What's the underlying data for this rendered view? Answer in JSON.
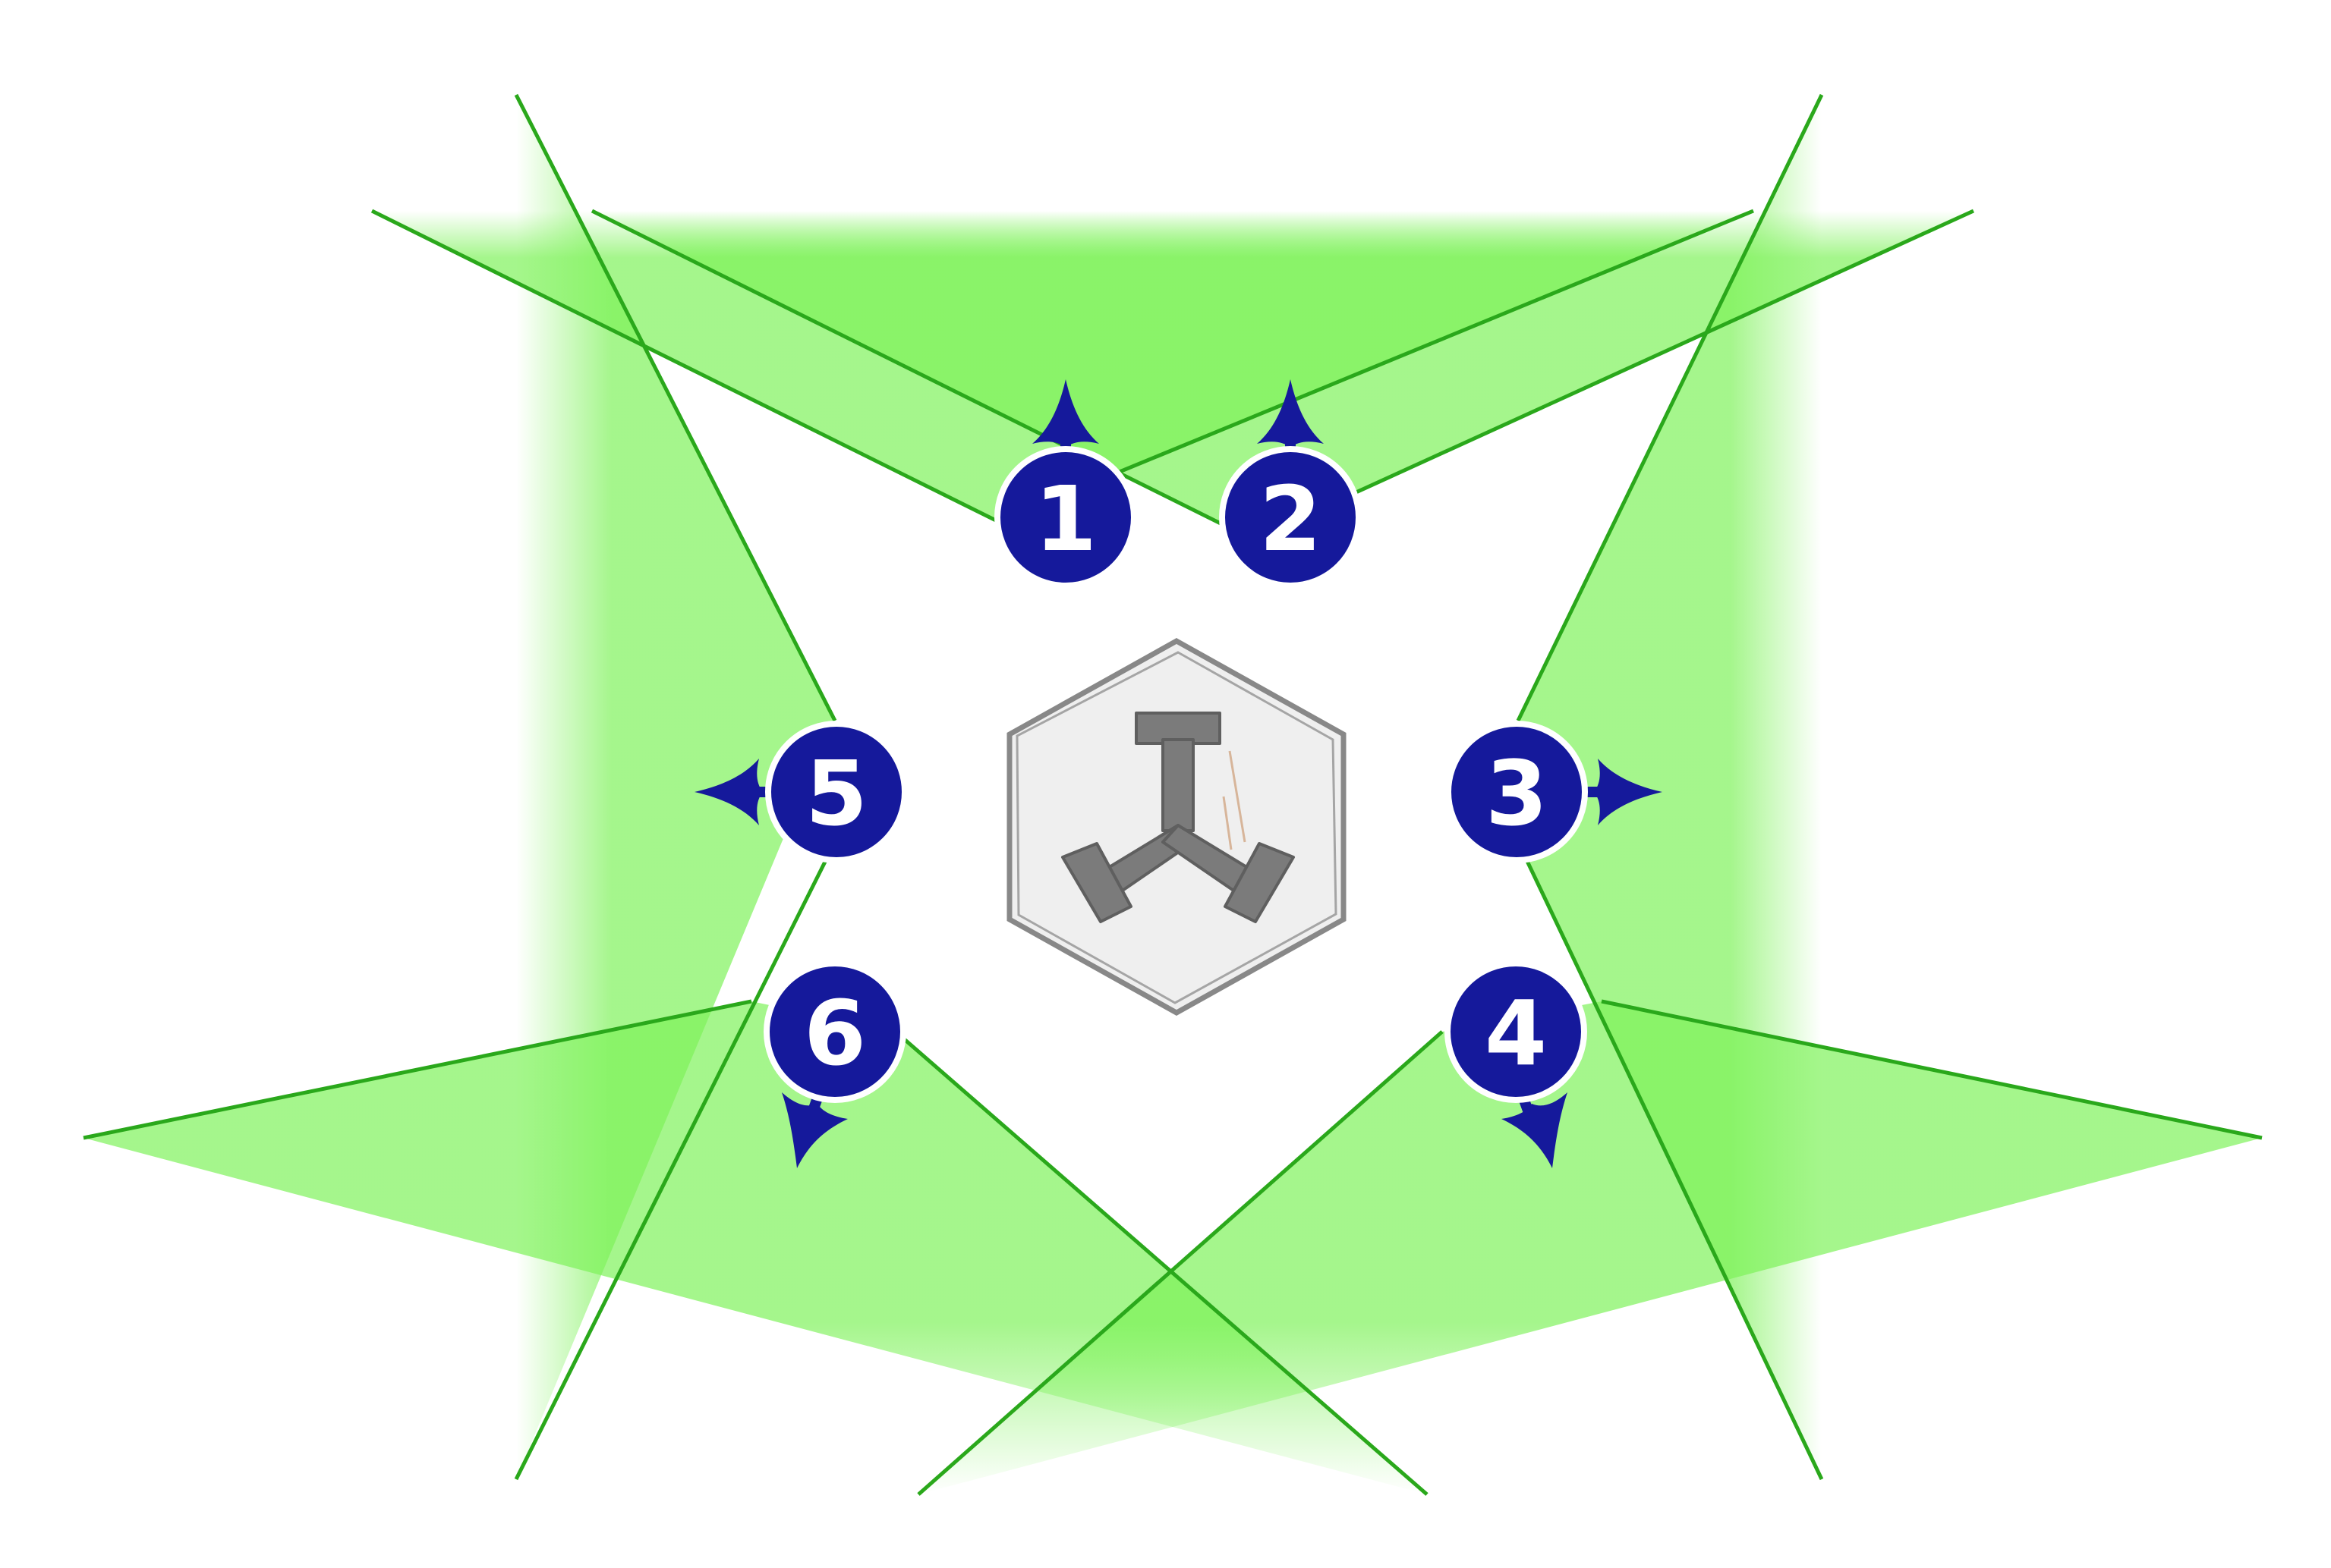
{
  "colors": {
    "field_green": "#7ef25a",
    "line_green": "#2aa81b",
    "marker_blue": "#15199b",
    "marker_text": "#ffffff",
    "hex_fill": "#efefef",
    "hex_stroke": "#888888",
    "emblem_fill": "#7b7b7b"
  },
  "center_emblem": {
    "icon": "tri-arm-hexagon-icon"
  },
  "markers": [
    {
      "label": "1",
      "arrow": "up"
    },
    {
      "label": "2",
      "arrow": "up"
    },
    {
      "label": "3",
      "arrow": "right"
    },
    {
      "label": "4",
      "arrow": "down"
    },
    {
      "label": "5",
      "arrow": "left"
    },
    {
      "label": "6",
      "arrow": "down"
    }
  ]
}
